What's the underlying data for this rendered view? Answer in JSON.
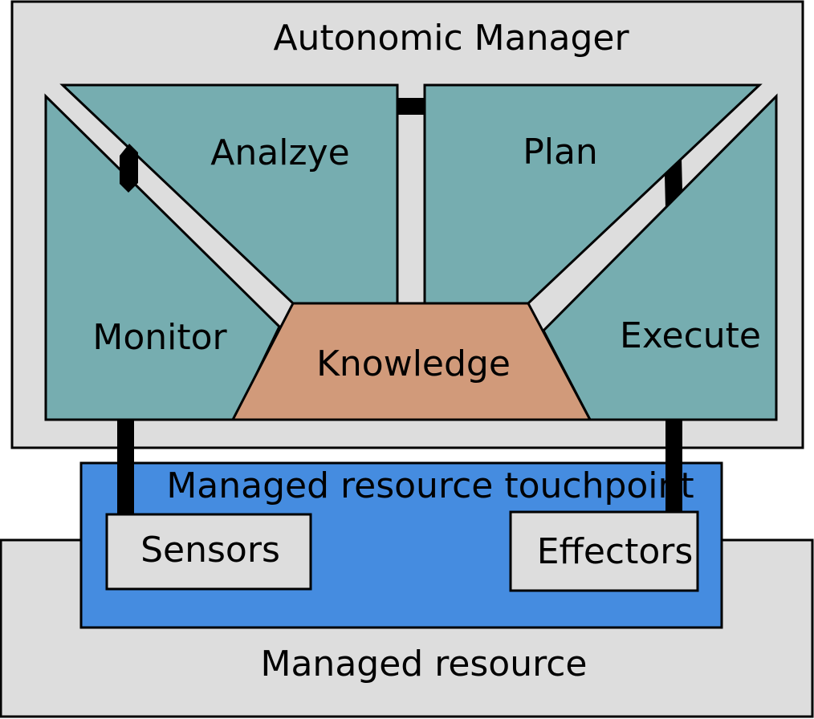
{
  "diagram": {
    "manager": {
      "label": "Autonomic Manager"
    },
    "phases": {
      "analyze": "Analzye",
      "plan": "Plan",
      "monitor": "Monitor",
      "execute": "Execute",
      "knowledge": "Knowledge"
    },
    "touchpoint": {
      "label": "Managed resource touchpoint",
      "sensors": "Sensors",
      "effectors": "Effectors"
    },
    "resource": {
      "label": "Managed resource"
    }
  },
  "colors": {
    "gray_box": "#dddddd",
    "phase_teal": "#76adb0",
    "knowledge_tan": "#d19a7a",
    "touchpoint_blue": "#458ce0",
    "connector": "#000000"
  }
}
